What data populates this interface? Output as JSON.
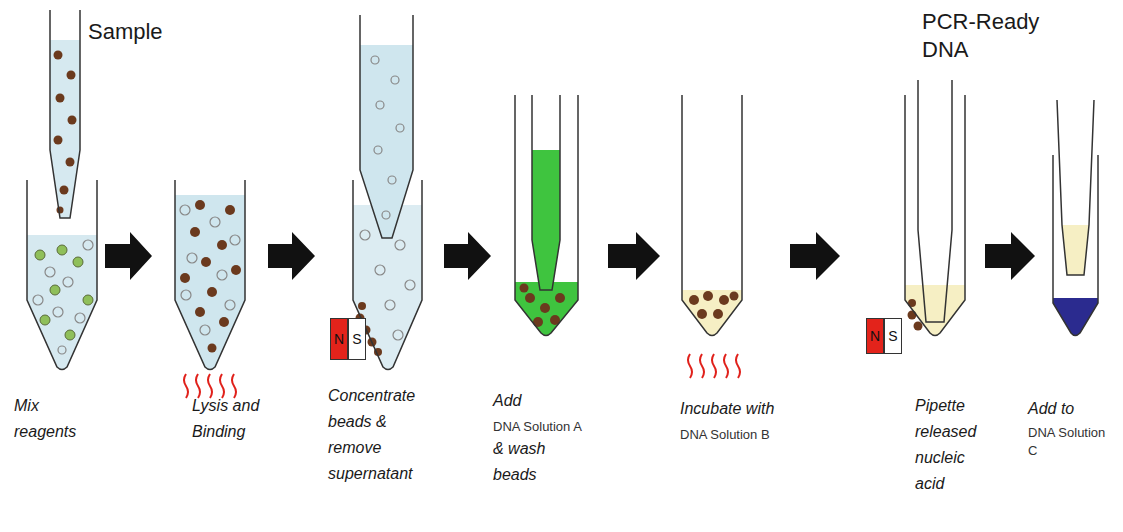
{
  "diagram": {
    "nodes": [
      {
        "text": [
          "N"
        ]
      },
      {
        "text": [
          "S"
        ]
      },
      {
        "text": [
          "N"
        ]
      },
      {
        "text": [
          "S"
        ]
      }
    ],
    "labels": [
      "Sample",
      "PCR-Ready DNA",
      "Mix reagents",
      "Lysis and Binding",
      "Concentrate beads & remove supernatant",
      "Add",
      "DNA Solution A",
      "& wash beads",
      "Incubate with",
      "DNA Solution B",
      "Pipette released nucleic acid",
      "Add to",
      "DNA Solution C"
    ]
  }
}
